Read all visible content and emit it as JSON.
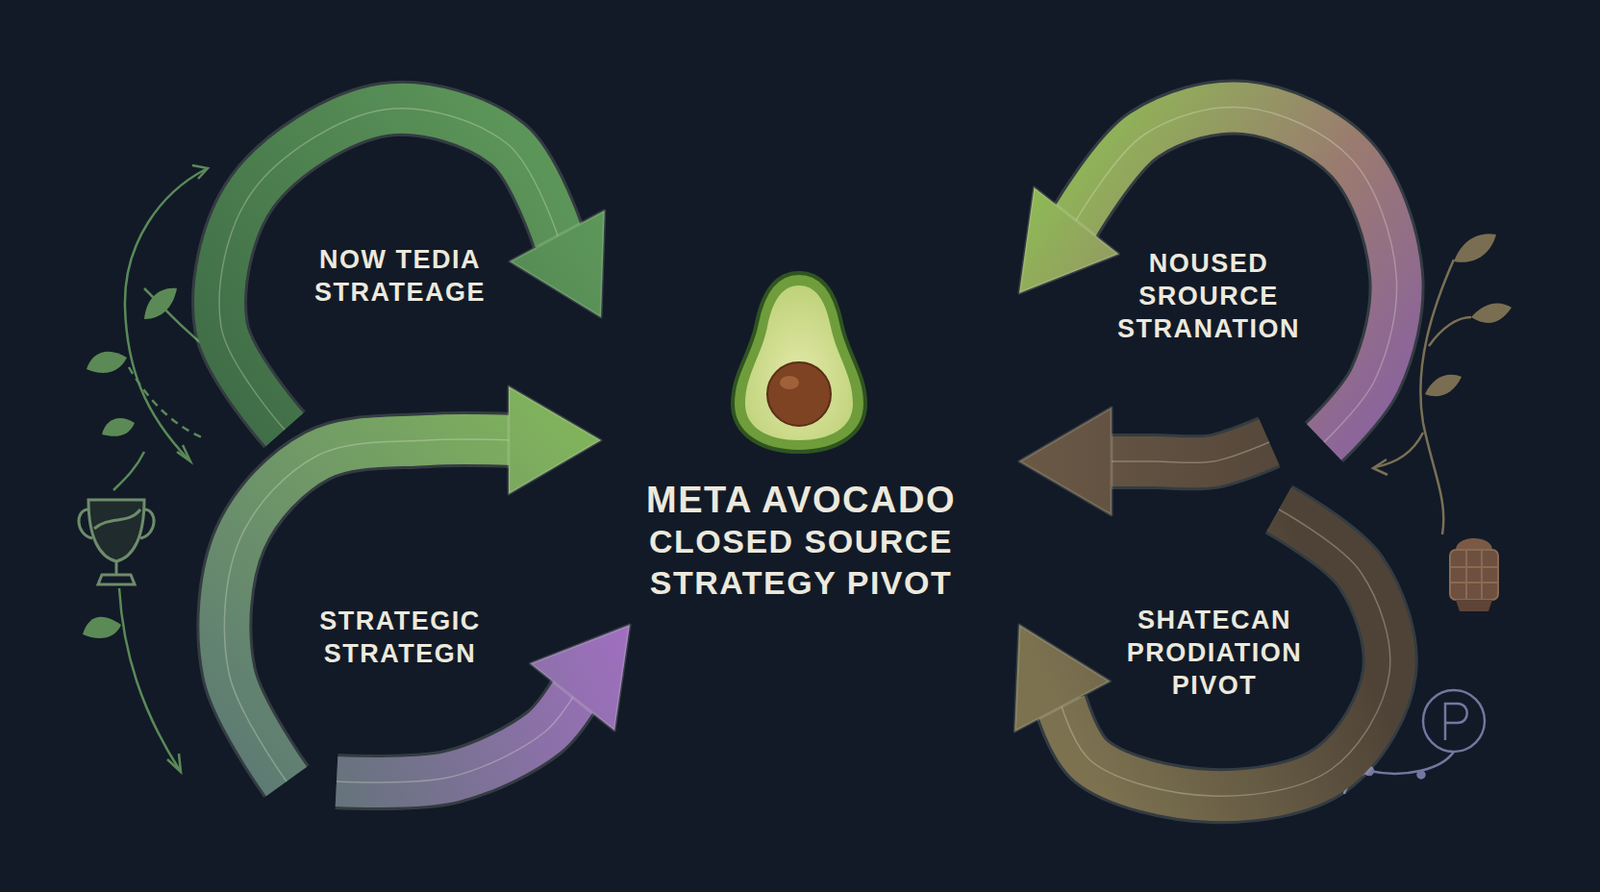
{
  "diagram": {
    "nodes": [
      {
        "text": [
          "NOW TEDIA STRATEAGE"
        ]
      },
      {
        "text": [
          "NOUSED SROURCE STRANATION"
        ]
      },
      {
        "text": [
          "META AVOCADO CLOSED SOURCE STRATEGY PIVOT"
        ]
      },
      {
        "text": [
          "STRATEGIC STRATEGN"
        ]
      },
      {
        "text": [
          "SHATECAN PRODIATION PIVOT"
        ]
      }
    ],
    "edges": [
      {
        "from": 0,
        "to": 2,
        "arrow": "to"
      },
      {
        "from": 3,
        "to": 2,
        "arrow": "to"
      },
      {
        "from": 3,
        "to": 2,
        "arrow": "to"
      },
      {
        "from": 1,
        "to": 2,
        "arrow": "to"
      },
      {
        "from": 1,
        "to": 2,
        "arrow": "to"
      },
      {
        "from": 4,
        "to": 2,
        "arrow": "to"
      }
    ]
  }
}
